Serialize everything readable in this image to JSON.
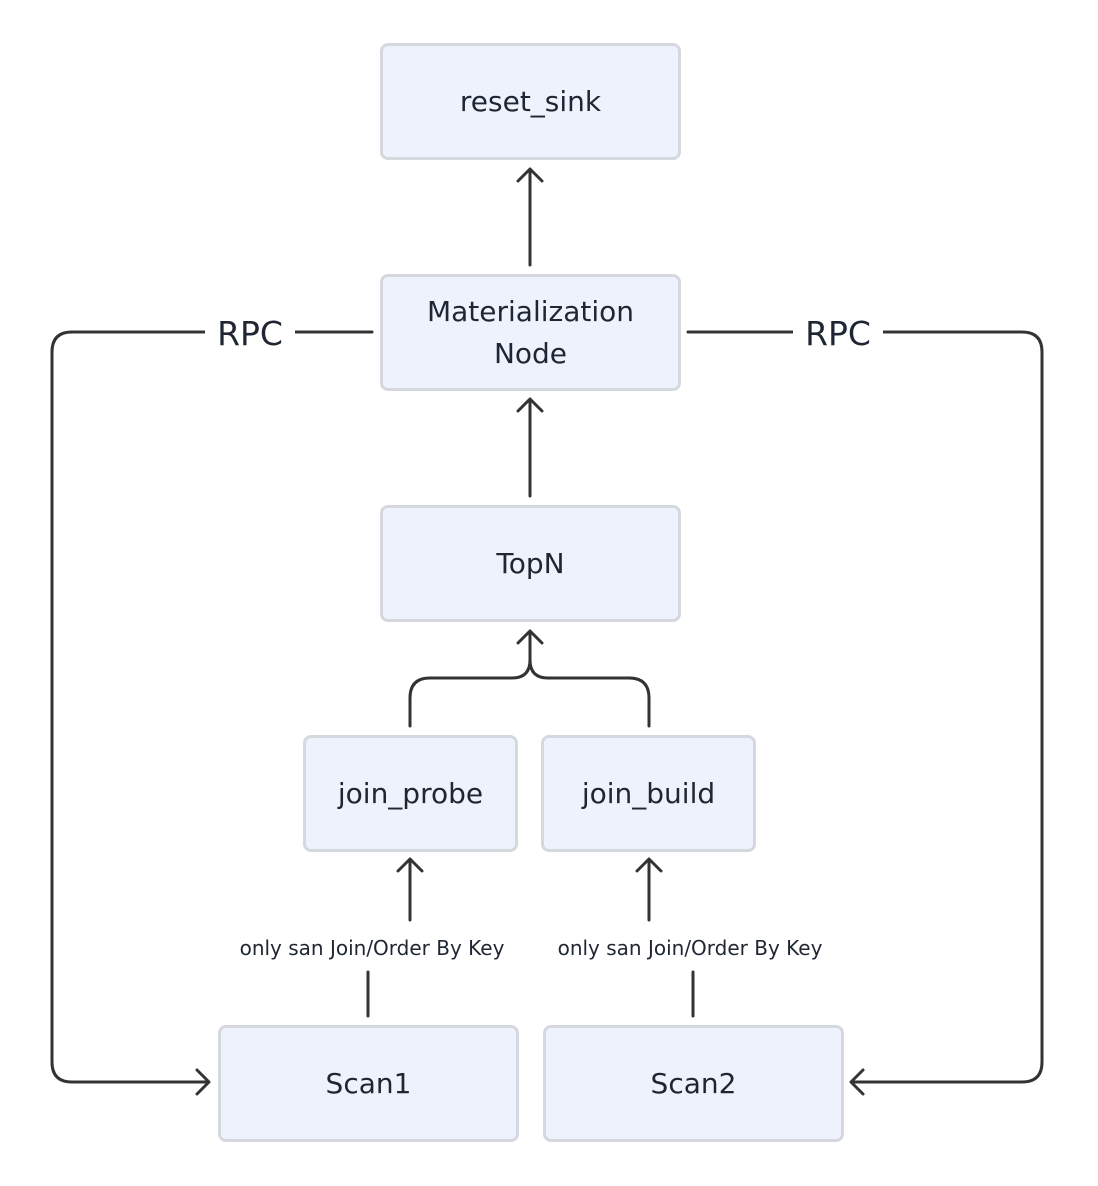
{
  "nodes": {
    "reset_sink": "reset_sink",
    "materialization_line1": "Materialization",
    "materialization_line2": "Node",
    "topn": "TopN",
    "join_probe": "join_probe",
    "join_build": "join_build",
    "scan1": "Scan1",
    "scan2": "Scan2"
  },
  "edges": {
    "rpc_left": "RPC",
    "rpc_right": "RPC",
    "scan1_to_probe": "only san Join/Order By Key",
    "scan2_to_build": "only san Join/Order By Key"
  },
  "colors": {
    "node_fill": "#eef2fc",
    "node_border": "#d5d8df",
    "edge_stroke": "#333333",
    "text": "#1f2633"
  }
}
